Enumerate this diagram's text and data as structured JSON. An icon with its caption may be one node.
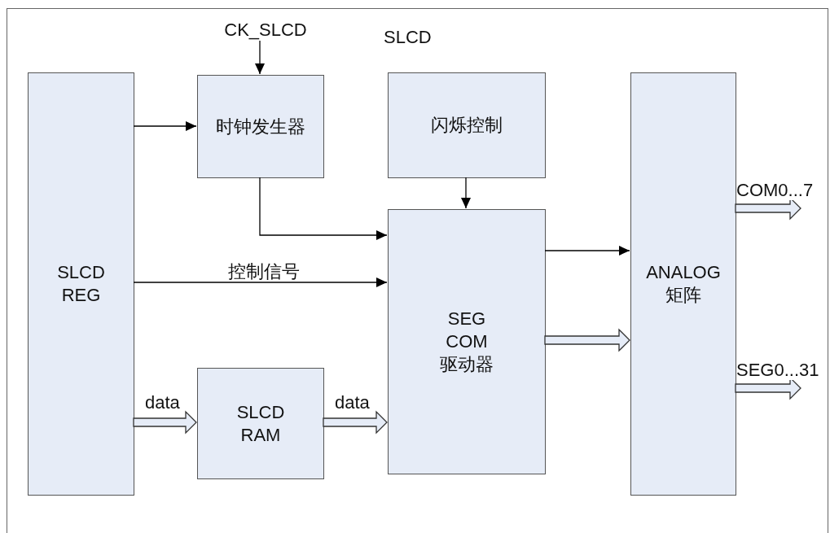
{
  "diagram": {
    "nodes": [
      {
        "text": [
          "SLCD"
        ]
      },
      {
        "text": [
          "CK_SLCD"
        ],
        "in": 0
      },
      {
        "text": [
          "SLCD REG"
        ],
        "in": 0
      },
      {
        "text": [
          "时钟发生器"
        ],
        "in": 0
      },
      {
        "text": [
          "闪烁控制"
        ],
        "in": 0
      },
      {
        "text": [
          "SEG COM 驱动器"
        ],
        "in": 0
      },
      {
        "text": [
          "ANALOG 矩阵"
        ],
        "in": 0
      },
      {
        "text": [
          "SLCD RAM"
        ],
        "in": 0
      }
    ],
    "edges": [
      {
        "from": 1,
        "to": 3,
        "arrow": "to"
      },
      {
        "from": 2,
        "to": 3,
        "arrow": "to"
      },
      {
        "from": 3,
        "to": 5,
        "arrow": "to"
      },
      {
        "from": 2,
        "to": 5,
        "arrow": "to",
        "label": "控制信号"
      },
      {
        "from": 4,
        "to": 5,
        "arrow": "to"
      },
      {
        "from": 2,
        "to": 7,
        "arrow": "to",
        "label": "data",
        "style": "thick"
      },
      {
        "from": 7,
        "to": 5,
        "arrow": "to",
        "label": "data",
        "style": "thick"
      },
      {
        "from": 5,
        "to": 6,
        "arrow": "to"
      },
      {
        "from": 5,
        "to": 6,
        "arrow": "to",
        "style": "thick"
      },
      {
        "from": 6,
        "to": null,
        "arrow": "to",
        "label": "COM0...7",
        "style": "thick"
      },
      {
        "from": 6,
        "to": null,
        "arrow": "to",
        "label": "SEG0...31",
        "style": "thick"
      }
    ]
  }
}
